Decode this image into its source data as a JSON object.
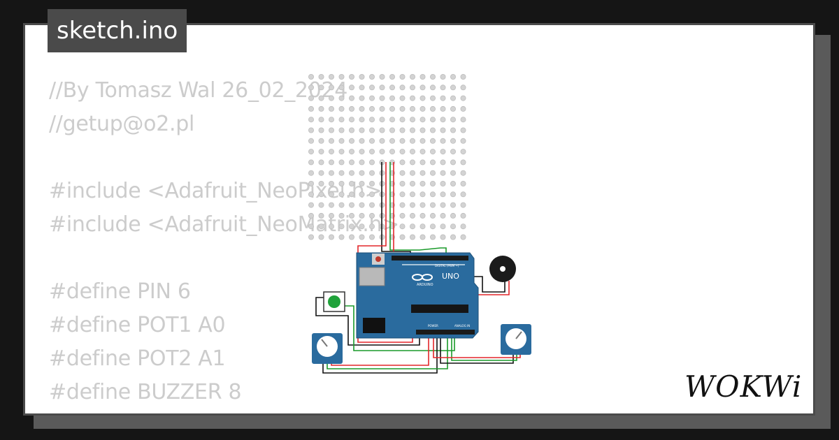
{
  "title": "sketch.ino",
  "code_lines": [
    "//By Tomasz Wal 26_02_2024",
    "//getup@o2.pl",
    "",
    "#include <Adafruit_NeoPixel.h>",
    "#include <Adafruit_NeoMatrix.h>",
    "",
    "#define PIN 6",
    "#define POT1 A0",
    "#define POT2 A1",
    "#define BUZZER 8"
  ],
  "board": {
    "brand": "ARDUINO",
    "model": "UNO",
    "digital_label": "DIGITAL (PWM ~)",
    "analog_label": "ANALOG IN",
    "power_label": "POWER"
  },
  "logo_text": "WOKWi",
  "colors": {
    "board": "#2a6b9e",
    "wire_red": "#e3262a",
    "wire_green": "#1a9a2a",
    "wire_black": "#111111",
    "button_cap": "#1fa23a",
    "background": "#151515",
    "badge": "#4a4a4a"
  }
}
